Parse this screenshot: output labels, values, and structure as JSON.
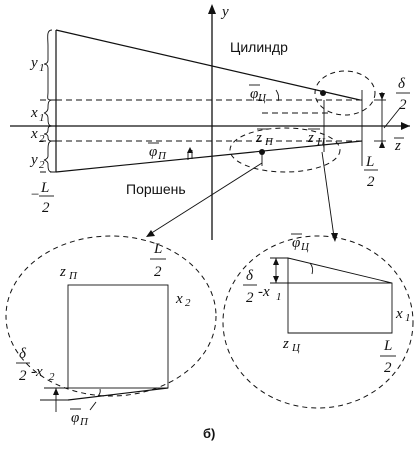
{
  "labels": {
    "y_axis": "y",
    "z_axis": "z",
    "cylinder": "Цилиндр",
    "piston": "Поршень",
    "y1": "y",
    "y1_sub": "1",
    "x1": "x",
    "x1_sub": "1",
    "x2": "x",
    "x2_sub": "2",
    "y2": "y",
    "y2_sub": "2",
    "minus": "−",
    "L": "L",
    "two": "2",
    "delta": "δ",
    "phi": "φ",
    "sub_c": "Ц",
    "sub_p": "П",
    "z": "z",
    "delta_minus_x2_tail": "-x",
    "delta_minus_x1_tail": "-x",
    "caption": "б)"
  }
}
